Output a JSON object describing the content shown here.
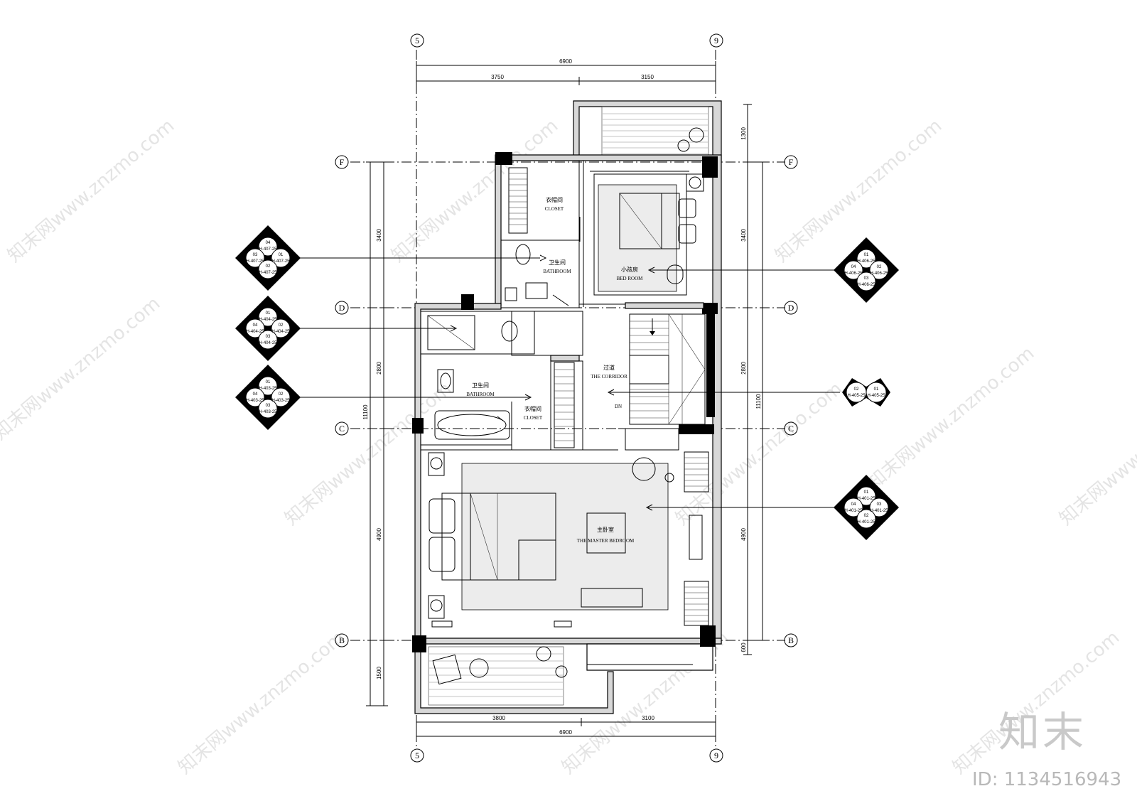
{
  "axes": {
    "top": [
      "5",
      "9"
    ],
    "bottom": [
      "5",
      "9"
    ],
    "left": [
      "F",
      "D",
      "C",
      "B"
    ],
    "right": [
      "F",
      "D",
      "C",
      "B"
    ]
  },
  "dimensions": {
    "top_total": "6900",
    "top_parts": [
      "3750",
      "3150"
    ],
    "bottom_total": "6900",
    "bottom_parts": [
      "3800",
      "3100"
    ],
    "left_total": "11100",
    "left_parts": [
      "3400",
      "2800",
      "4900",
      "1500"
    ],
    "right_total": "11100",
    "right_parts": [
      "1300",
      "3400",
      "2800",
      "4900",
      "600"
    ]
  },
  "rooms": {
    "closet_top": {
      "cn": "衣帽间",
      "en": "CLOSET"
    },
    "bathroom_top": {
      "cn": "卫生间",
      "en": "BATHROOM"
    },
    "kids_room": {
      "cn": "小孩房",
      "en": "BED ROOM"
    },
    "corridor": {
      "cn": "过道",
      "en": "THE CORRIDOR"
    },
    "stair_dn": "DN",
    "bathroom_mid": {
      "cn": "卫生间",
      "en": "BATHROOM"
    },
    "closet_mid": {
      "cn": "衣帽间",
      "en": "CLOSET"
    },
    "master": {
      "cn": "主卧室",
      "en": "THE MASTER BEDROOM"
    }
  },
  "elevation_tags": {
    "left_407": {
      "n": "04",
      "w": "03",
      "e": "01",
      "s": "02",
      "code": "H-407-25"
    },
    "left_404": {
      "n": "01",
      "w": "04",
      "e": "02",
      "s": "03",
      "code": "H-404-25"
    },
    "left_403": {
      "n": "01",
      "w": "04",
      "e": "02",
      "s": "03",
      "code": "H-403-25"
    },
    "right_406": {
      "n": "01",
      "w": "04",
      "e": "02",
      "s": "03",
      "code": "H-406-25"
    },
    "right_405": {
      "w": "02",
      "e": "01",
      "code": "H-405-25"
    },
    "right_401": {
      "n": "01",
      "w": "04",
      "e": "03",
      "s": "02",
      "code": "H-401-25"
    }
  },
  "watermark": {
    "text": "知末网www.znzmo.com",
    "brand": "知末",
    "image_id": "ID: 1134516943"
  }
}
